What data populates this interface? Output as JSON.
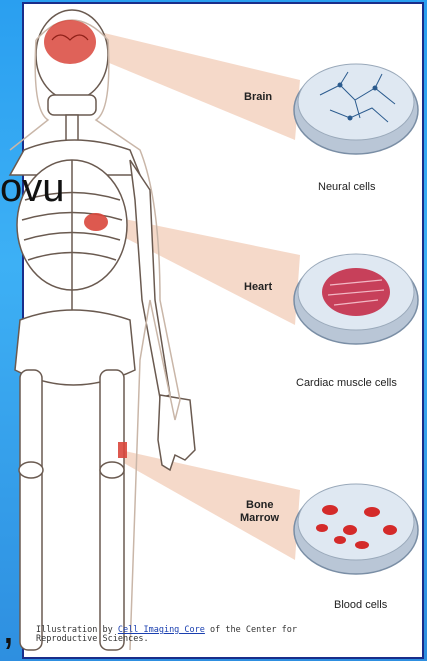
{
  "slide_fragments": {
    "left_word": "ovu",
    "bottom_mark": ","
  },
  "labels": {
    "brain": "Brain",
    "neural": "Neural cells",
    "heart": "Heart",
    "cardiac": "Cardiac muscle cells",
    "bone_line1": "Bone",
    "bone_line2": "Marrow",
    "blood": "Blood cells"
  },
  "caption": {
    "prefix": "Illustration by ",
    "link": "Cell Imaging Core",
    "middle": " of the Center for",
    "line2": "Reproductive Sciences."
  },
  "colors": {
    "frame_border": "#1a2d8a",
    "background": "#2a9ff0",
    "organ_red": "#d9473c"
  }
}
